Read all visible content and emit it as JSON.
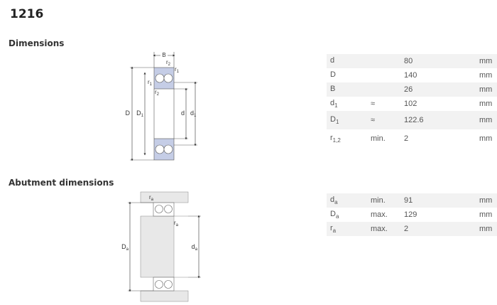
{
  "title": "1216",
  "sections": {
    "dimensions": "Dimensions",
    "abutment": "Abutment dimensions"
  },
  "dimensions": [
    {
      "symbol": "d",
      "sub": "",
      "qualifier": "",
      "value": "80",
      "unit": "mm"
    },
    {
      "symbol": "D",
      "sub": "",
      "qualifier": "",
      "value": "140",
      "unit": "mm"
    },
    {
      "symbol": "B",
      "sub": "",
      "qualifier": "",
      "value": "26",
      "unit": "mm"
    },
    {
      "symbol": "d",
      "sub": "1",
      "qualifier": "≈",
      "value": "102",
      "unit": "mm"
    },
    {
      "symbol": "D",
      "sub": "1",
      "qualifier": "≈",
      "value": "122.6",
      "unit": "mm"
    },
    {
      "symbol": "r",
      "sub": "1,2",
      "qualifier": "min.",
      "value": "2",
      "unit": "mm"
    }
  ],
  "abutment": [
    {
      "symbol": "d",
      "sub": "a",
      "qualifier": "min.",
      "value": "91",
      "unit": "mm"
    },
    {
      "symbol": "D",
      "sub": "a",
      "qualifier": "max.",
      "value": "129",
      "unit": "mm"
    },
    {
      "symbol": "r",
      "sub": "a",
      "qualifier": "max.",
      "value": "2",
      "unit": "mm"
    }
  ],
  "drawing1_labels": {
    "B": "B",
    "r2_top": "r",
    "r2_top_sub": "2",
    "r1_top": "r",
    "r1_top_sub": "1",
    "r1_mid": "r",
    "r1_mid_sub": "1",
    "r2_mid": "r",
    "r2_mid_sub": "2",
    "D": "D",
    "D1": "D",
    "D1_sub": "1",
    "d": "d",
    "d1": "d",
    "d1_sub": "1"
  },
  "drawing2_labels": {
    "ra_top": "r",
    "ra_top_sub": "a",
    "ra_mid": "r",
    "ra_mid_sub": "a",
    "Da": "D",
    "Da_sub": "a",
    "da": "d",
    "da_sub": "a"
  },
  "colors": {
    "bearing_fill": "#c5cde6",
    "shaft_fill": "#e8e8e8",
    "row_shade": "#f2f2f2"
  }
}
